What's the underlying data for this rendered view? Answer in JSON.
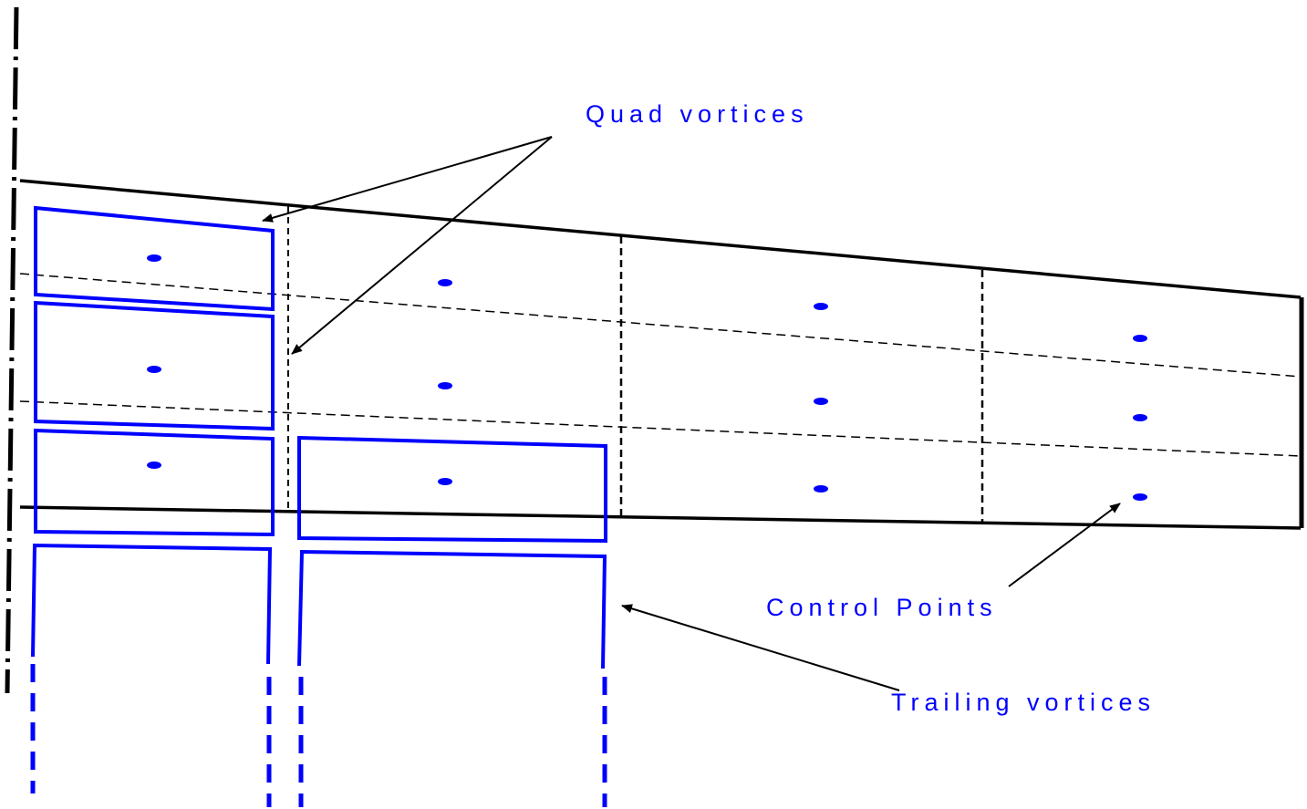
{
  "labels": {
    "quad_vortices": "Quad vortices",
    "control_points": "Control Points",
    "trailing_vortices": "Trailing vortices"
  },
  "colors": {
    "vortex_blue": "#0000ff",
    "outline_black": "#000000",
    "background": "#ffffff"
  }
}
